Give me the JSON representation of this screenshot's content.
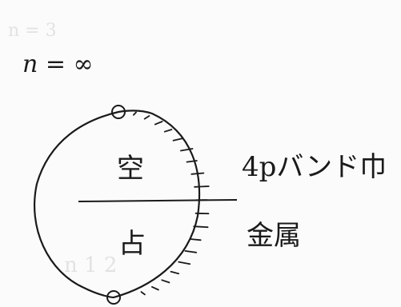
{
  "notes": {
    "faint_top": "n = 3",
    "faint_bottom": "n 1 2",
    "main_label": "n = ∞"
  },
  "diagram": {
    "upper_region_label": "空",
    "lower_region_label": "占",
    "right_label_top": "4pバンド巾",
    "right_label_bottom": "金属"
  },
  "style": {
    "ink_color": "#1a1a1a",
    "paper_color": "#fbfbfb",
    "hatch_count": 19
  }
}
